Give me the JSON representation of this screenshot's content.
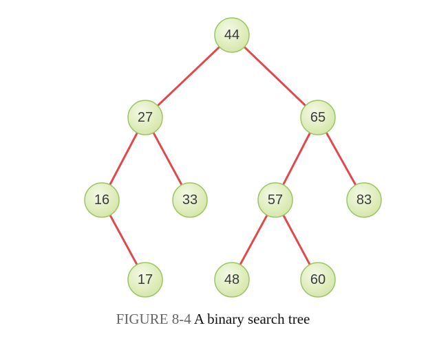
{
  "diagram": {
    "type": "binary-search-tree",
    "node_fill_light": "#f4f9e6",
    "node_fill_dark": "#d4e6a6",
    "node_stroke": "#9cc466",
    "edge_color": "#e2484b",
    "nodes": [
      {
        "id": "n44",
        "label": "44"
      },
      {
        "id": "n27",
        "label": "27"
      },
      {
        "id": "n65",
        "label": "65"
      },
      {
        "id": "n16",
        "label": "16"
      },
      {
        "id": "n33",
        "label": "33"
      },
      {
        "id": "n57",
        "label": "57"
      },
      {
        "id": "n83",
        "label": "83"
      },
      {
        "id": "n17",
        "label": "17"
      },
      {
        "id": "n48",
        "label": "48"
      },
      {
        "id": "n60",
        "label": "60"
      }
    ],
    "edges": [
      {
        "from": "n44",
        "to": "n27"
      },
      {
        "from": "n44",
        "to": "n65"
      },
      {
        "from": "n27",
        "to": "n16"
      },
      {
        "from": "n27",
        "to": "n33"
      },
      {
        "from": "n65",
        "to": "n57"
      },
      {
        "from": "n65",
        "to": "n83"
      },
      {
        "from": "n16",
        "to": "n17"
      },
      {
        "from": "n57",
        "to": "n48"
      },
      {
        "from": "n57",
        "to": "n60"
      }
    ]
  },
  "caption": {
    "number": "FIGURE 8-4",
    "text": "A binary search tree"
  }
}
